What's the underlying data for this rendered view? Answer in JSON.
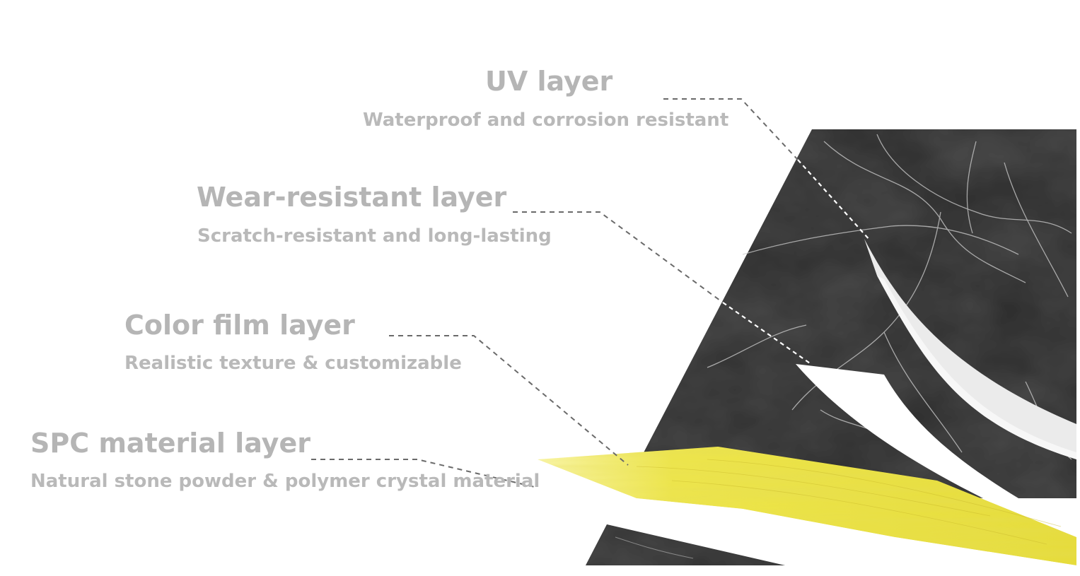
{
  "layers": [
    {
      "title": "UV layer",
      "description": "Waterproof and corrosion resistant"
    },
    {
      "title": "Wear-resistant layer",
      "description": "Scratch-resistant and long-lasting"
    },
    {
      "title": "Color film layer",
      "description": "Realistic texture & customizable"
    },
    {
      "title": "SPC material layer",
      "description": "Natural stone powder & polymer crystal material"
    }
  ],
  "colors": {
    "label_text": "#b5b5b5",
    "marble_dark": "#2b2b2b",
    "core_yellow": "#ece54a",
    "film_white": "#f2f2f2",
    "leader_line": "#6a6a6a"
  }
}
